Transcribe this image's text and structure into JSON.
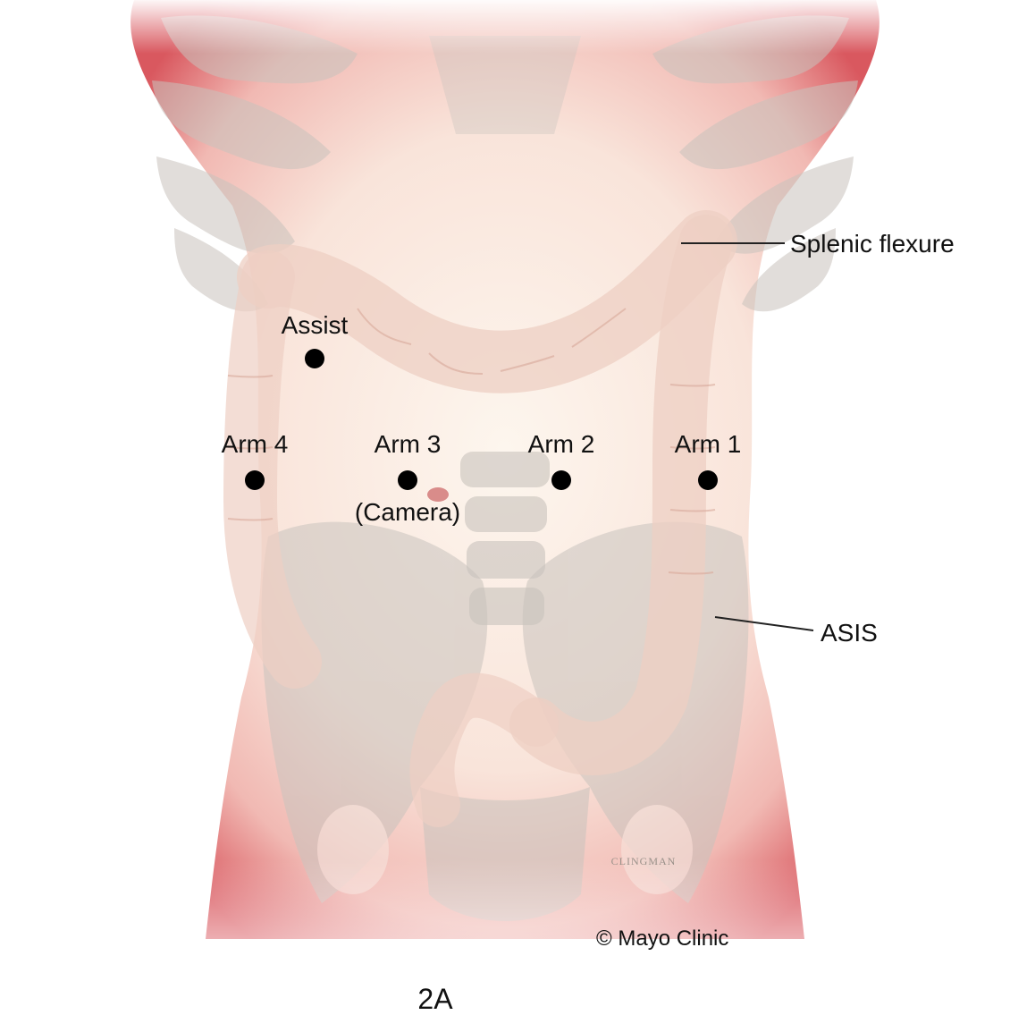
{
  "figure": {
    "port_labels": {
      "assist": "Assist",
      "arm4": "Arm 4",
      "arm3": "Arm 3",
      "arm3_sub": "(Camera)",
      "arm2": "Arm 2",
      "arm1": "Arm 1"
    },
    "callouts": {
      "splenic_flexure": "Splenic flexure",
      "asis": "ASIS"
    },
    "artist_signature": "CLINGMAN",
    "copyright": "© Mayo Clinic",
    "panel_label": "2A"
  },
  "colors": {
    "skin_edge": "#d9585f",
    "skin_center": "#fbf1e6",
    "bone": "#c9c3bd",
    "colon": "#eecfc3",
    "port_dot": "#000000"
  }
}
